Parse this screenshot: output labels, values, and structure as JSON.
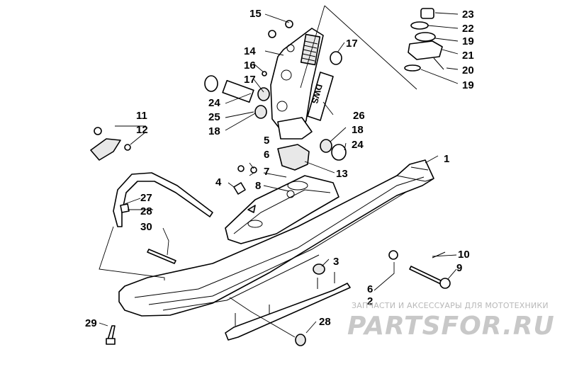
{
  "diagram": {
    "callouts": {
      "c1": "1",
      "c2": "2",
      "c3": "3",
      "c4": "4",
      "c5": "5",
      "c6a": "6",
      "c6b": "6",
      "c7": "7",
      "c8": "8",
      "c9": "9",
      "c10": "10",
      "c11": "11",
      "c12": "12",
      "c13": "13",
      "c14": "14",
      "c15": "15",
      "c16": "16",
      "c17a": "17",
      "c17b": "17",
      "c18a": "18",
      "c18b": "18",
      "c19a": "19",
      "c19b": "19",
      "c20": "20",
      "c21": "21",
      "c22": "22",
      "c23": "23",
      "c24a": "24",
      "c24b": "24",
      "c25": "25",
      "c26": "26",
      "c27": "27",
      "c28a": "28",
      "c28b": "28",
      "c29": "29",
      "c30": "30"
    },
    "decal_text": "DWS"
  },
  "watermark": {
    "caption": "ЗАПЧАСТИ И АКСЕССУАРЫ ДЛЯ МОТОТЕХНИКИ",
    "logo_text": "PARTSFOR.RU",
    "color": "#c8c8c8"
  }
}
